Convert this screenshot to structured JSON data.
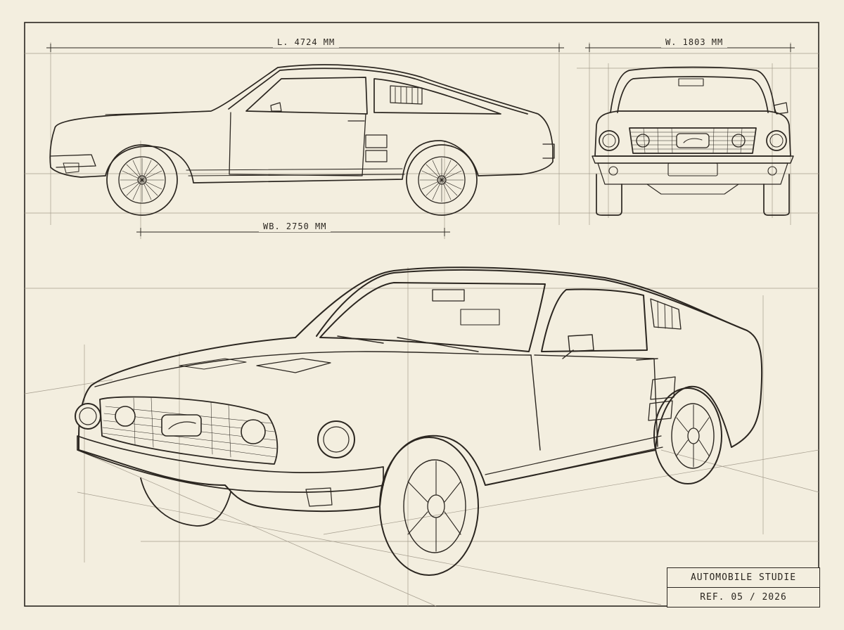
{
  "dimensions": {
    "length": "L. 4724 MM",
    "width": "W. 1803 MM",
    "wheelbase": "WB. 2750 MM"
  },
  "title_block": {
    "title": "AUTOMOBILE STUDIE",
    "reference": "REF. 05 / 2026"
  },
  "colors": {
    "paper": "#f3eedf",
    "ink": "#2b2620",
    "construction": "#8f877a"
  }
}
